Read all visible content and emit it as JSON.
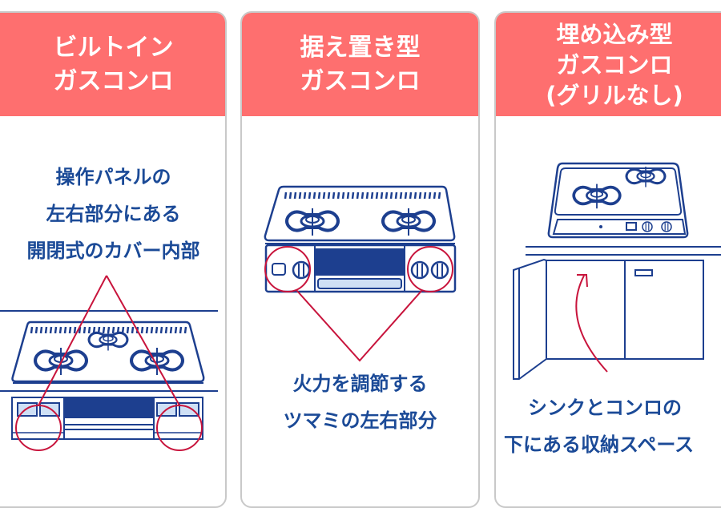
{
  "colors": {
    "header_bg": "#fe6f6f",
    "header_text": "#ffffff",
    "body_text": "#1b4a97",
    "illustration_stroke": "#1d3f8f",
    "highlight": "#c8143c",
    "card_border": "#c9c9c9"
  },
  "cards": [
    {
      "title_lines": [
        "ビルトイン",
        "ガスコンロ"
      ],
      "description_lines": [
        "操作パネルの",
        "左右部分にある",
        "開閉式のカバー内部"
      ],
      "illustration": "built-in-gas-stove-icon"
    },
    {
      "title_lines": [
        "据え置き型",
        "ガスコンロ"
      ],
      "description_lines": [
        "火力を調節する",
        "ツマミの左右部分"
      ],
      "illustration": "tabletop-gas-stove-icon"
    },
    {
      "title_lines": [
        "埋め込み型",
        "ガスコンロ",
        "(グリルなし)"
      ],
      "description_lines": [
        "シンクとコンロの",
        "下にある収納スペース"
      ],
      "illustration": "drop-in-gas-stove-cabinet-icon"
    }
  ]
}
